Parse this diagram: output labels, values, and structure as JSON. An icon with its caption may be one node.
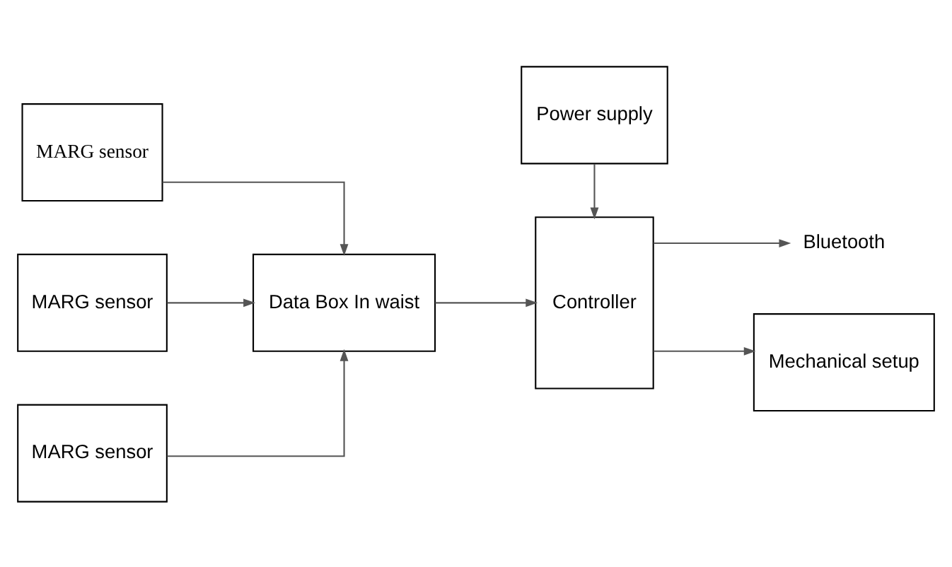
{
  "diagram": {
    "nodes": [
      {
        "text": [
          "MARG sensor"
        ]
      },
      {
        "text": [
          "MARG sensor"
        ]
      },
      {
        "text": [
          "MARG sensor"
        ]
      },
      {
        "text": [
          "Data Box In waist"
        ]
      },
      {
        "text": [
          "Power supply"
        ]
      },
      {
        "text": [
          "Controller"
        ]
      },
      {
        "text": [
          "Bluetooth"
        ]
      },
      {
        "text": [
          "Mechanical setup"
        ]
      }
    ],
    "edges": [
      {
        "from": 0,
        "to": 3,
        "arrow": "to"
      },
      {
        "from": 1,
        "to": 3,
        "arrow": "to"
      },
      {
        "from": 2,
        "to": 3,
        "arrow": "to"
      },
      {
        "from": 4,
        "to": 5,
        "arrow": "to"
      },
      {
        "from": 3,
        "to": 5,
        "arrow": "to"
      },
      {
        "from": 5,
        "to": 6,
        "arrow": "to"
      },
      {
        "from": 5,
        "to": 7,
        "arrow": "to"
      }
    ]
  }
}
